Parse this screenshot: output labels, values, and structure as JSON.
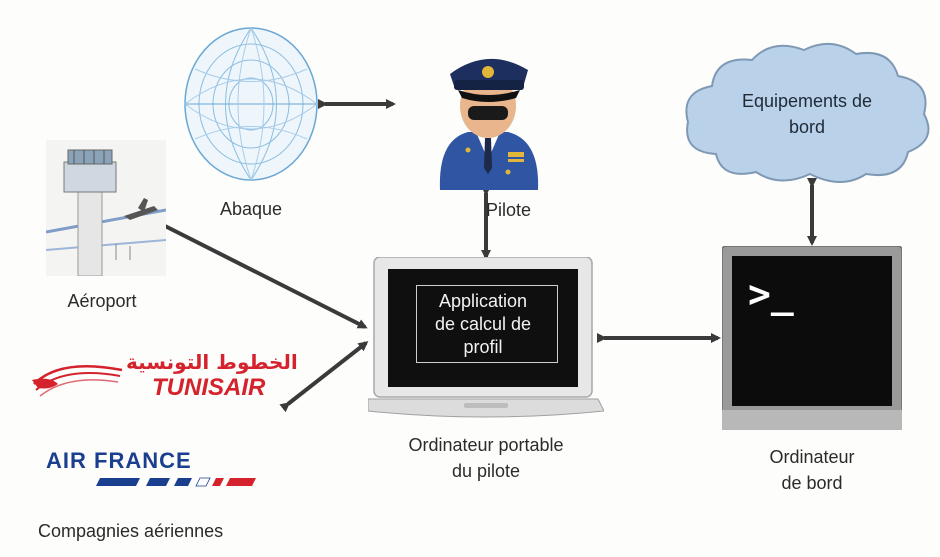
{
  "nodes": {
    "abaque": {
      "label": "Abaque"
    },
    "pilote": {
      "label": "Pilote"
    },
    "equipements": {
      "label_line1": "Equipements de",
      "label_line2": "bord"
    },
    "aeroport": {
      "label": "Aéroport"
    },
    "laptop": {
      "screen_line1": "Application",
      "screen_line2": "de calcul de",
      "screen_line3": "profil",
      "label_line1": "Ordinateur portable",
      "label_line2": "du pilote"
    },
    "terminal": {
      "prompt": ">_",
      "label_line1": "Ordinateur",
      "label_line2": "de bord"
    },
    "airlines": {
      "tunisair_arabic": "الخطوط التونسية",
      "tunisair": "TUNISAIR",
      "airfrance": "AIR FRANCE",
      "label": "Compagnies aériennes"
    }
  },
  "colors": {
    "arrow": "#3a3a3a",
    "cloud_fill": "#b9d2ea",
    "cloud_stroke": "#7f99b5",
    "tunisair_red": "#d4232c",
    "airfrance_blue": "#1b3f8f",
    "airfrance_red": "#d4232c",
    "abaque_blue": "#6aa7d4",
    "pilot_blue": "#2f55a3"
  }
}
